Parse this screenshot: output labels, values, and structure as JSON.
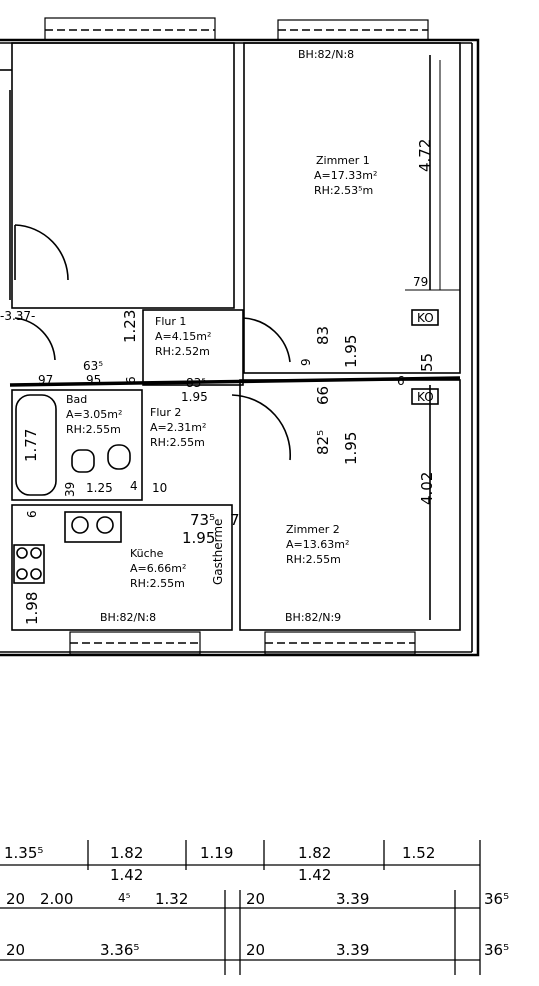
{
  "rooms": {
    "zimmer1": {
      "name": "Zimmer 1",
      "area": "A=17.33m²",
      "height": "RH:2.53⁵m",
      "window": "BH:82/N:8"
    },
    "zimmer2": {
      "name": "Zimmer 2",
      "area": "A=13.63m²",
      "height": "RH:2.55m",
      "window": "BH:82/N:9"
    },
    "flur1": {
      "name": "Flur 1",
      "area": "A=4.15m²",
      "height": "RH:2.52m"
    },
    "flur2": {
      "name": "Flur 2",
      "area": "A=2.31m²",
      "height": "RH:2.55m"
    },
    "bad": {
      "name": "Bad",
      "area": "A=3.05m²",
      "height": "RH:2.55m"
    },
    "kueche": {
      "name": "Küche",
      "area": "A=6.66m²",
      "height": "RH:2.55m",
      "window": "BH:82/N:8",
      "appliance": "Gastherme"
    }
  },
  "plan_dimensions": {
    "z1_height": "4.72",
    "z1_79": "79",
    "ko1": "KO",
    "ko2": "KO",
    "d_83": "83",
    "d_195a": "1.95",
    "d_9": "9",
    "d_55": "55",
    "d_6": "6",
    "d_66": "66",
    "d_825": "82⁵",
    "d_195b": "1.95",
    "z2_height": "4.02",
    "flur_83": "83⁵",
    "flur_195": "1.95",
    "d_123": "1.23",
    "d_6b": "6",
    "d_337": "-3.37-",
    "d_63": "63⁵",
    "d_95": "95",
    "d_97": "97",
    "bad_177": "1.77",
    "d_39": "39",
    "d_125": "1.25",
    "d_4": "4",
    "d_10": "10",
    "d_735": "73⁵",
    "d_7": "7",
    "kue_195": "1.95",
    "d_6c": "6",
    "d_198": "1.98"
  },
  "bottom_dimensions": {
    "row1": [
      "1.35⁵",
      "1.82",
      "1.19",
      "1.82",
      "1.52"
    ],
    "row1_sub": [
      "1.42",
      "1.42"
    ],
    "row2": [
      "20",
      "2.00",
      "4⁵",
      "1.32",
      "20",
      "3.39",
      "36⁵"
    ],
    "row3": [
      "20",
      "3.36⁵",
      "20",
      "3.39",
      "36⁵"
    ]
  }
}
